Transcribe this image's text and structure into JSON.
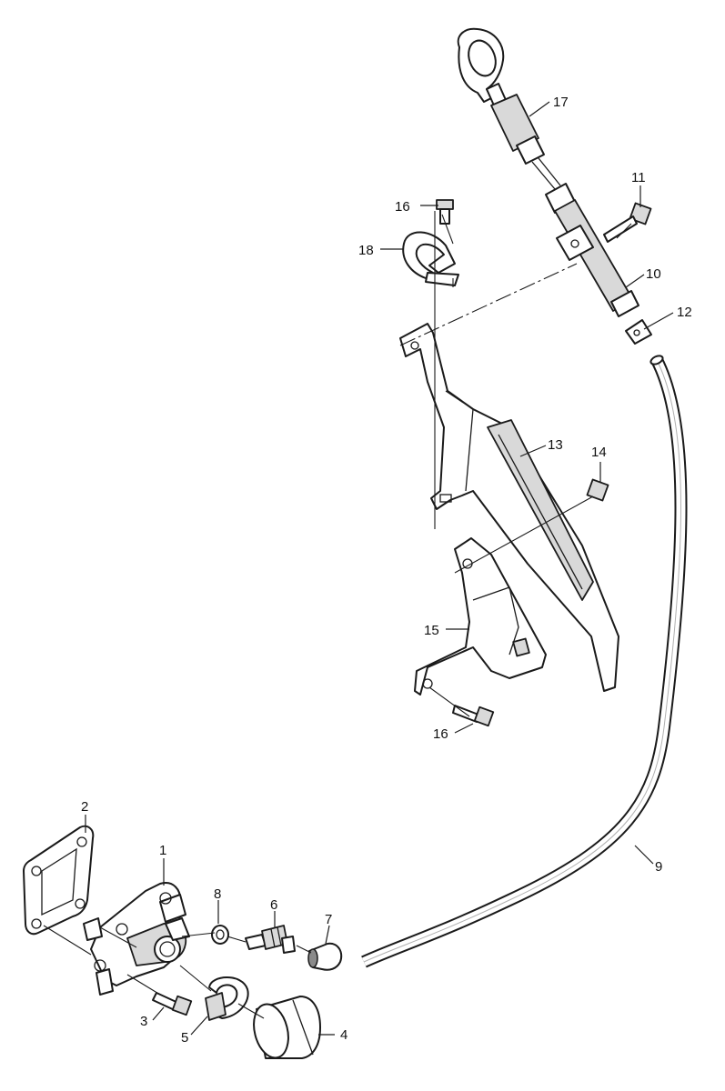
{
  "callouts": {
    "n1": "1",
    "n2": "2",
    "n3": "3",
    "n4": "4",
    "n5": "5",
    "n6": "6",
    "n7": "7",
    "n8": "8",
    "n9": "9",
    "n10": "10",
    "n11": "11",
    "n12": "12",
    "n13": "13",
    "n14": "14",
    "n15": "15",
    "n16a": "16",
    "n16b": "16",
    "n17": "17",
    "n18": "18"
  }
}
